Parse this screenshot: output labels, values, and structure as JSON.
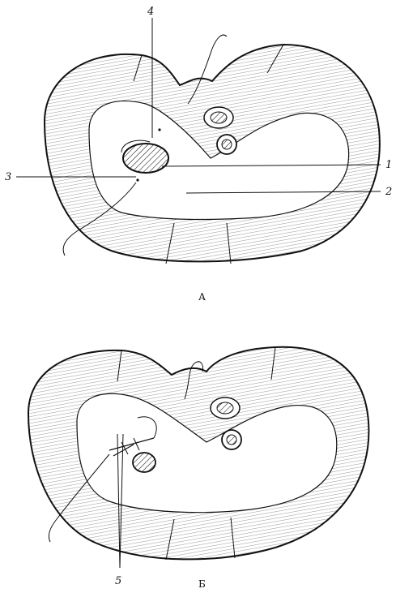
{
  "figure_a": {
    "caption": "А",
    "labels": {
      "l1": "1",
      "l2": "2",
      "l3": "3",
      "l4": "4"
    }
  },
  "figure_b": {
    "caption": "Б",
    "labels": {
      "l5": "5"
    }
  },
  "colors": {
    "ink": "#111111",
    "paper": "#ffffff"
  }
}
